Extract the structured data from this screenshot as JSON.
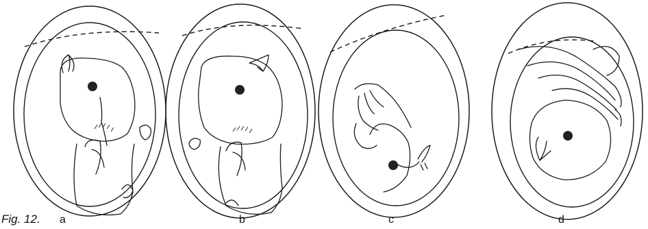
{
  "figure": {
    "caption": "Fig. 12.",
    "panels": [
      {
        "letter": "a"
      },
      {
        "letter": "b"
      },
      {
        "letter": "c"
      },
      {
        "letter": "d"
      }
    ]
  },
  "colors": {
    "background": "#ffffff",
    "ink": "#1a1a1a"
  }
}
